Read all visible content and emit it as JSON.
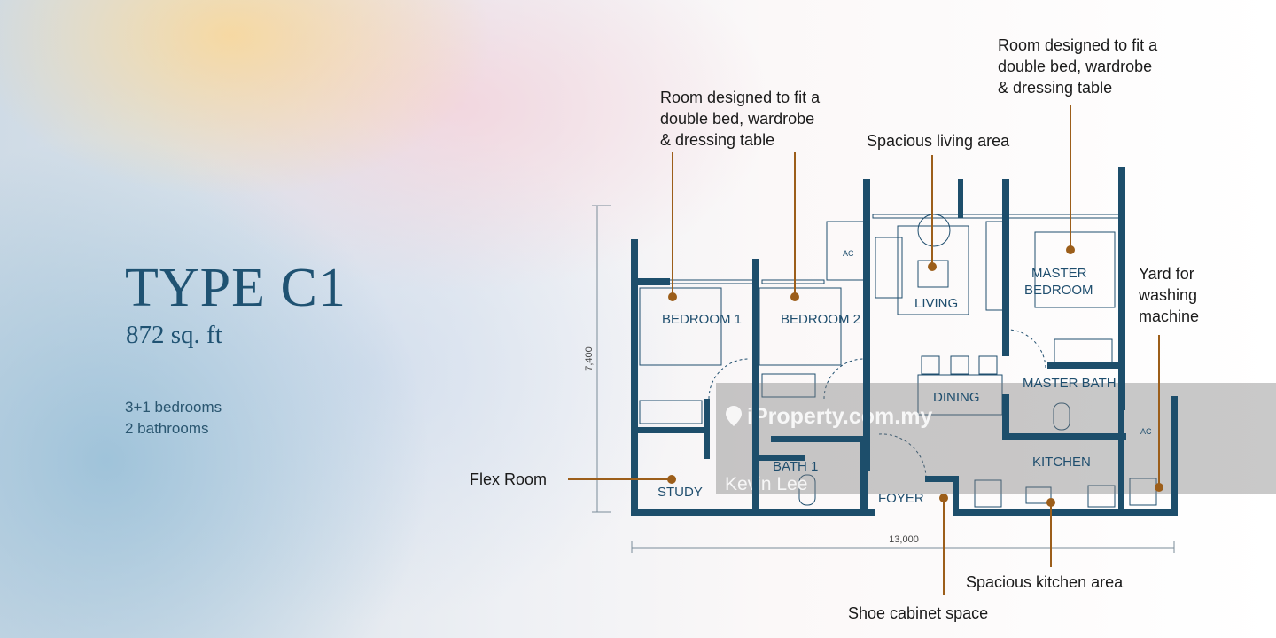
{
  "unit": {
    "type": "TYPE C1",
    "area": "872 sq. ft",
    "bedrooms": "3+1 bedrooms",
    "bathrooms": "2 bathrooms"
  },
  "rooms": {
    "bedroom1": "BEDROOM 1",
    "bedroom2": "BEDROOM 2",
    "living": "LIVING",
    "master_bedroom_1": "MASTER",
    "master_bedroom_2": "BEDROOM",
    "dining": "DINING",
    "master_bath": "MASTER BATH",
    "kitchen": "KITCHEN",
    "bath1": "BATH 1",
    "study": "STUDY",
    "foyer": "FOYER",
    "ac": "AC"
  },
  "callouts": {
    "bedrooms_note": [
      "Room designed to fit a",
      "double bed, wardrobe",
      "& dressing table"
    ],
    "master_note": [
      "Room designed to fit a",
      "double bed, wardrobe",
      "& dressing table"
    ],
    "living_note": "Spacious living area",
    "yard_note": [
      "Yard for",
      "washing",
      "machine"
    ],
    "flex_note": "Flex Room",
    "shoe_note": "Shoe cabinet space",
    "kitchen_note": "Spacious kitchen area"
  },
  "dimensions": {
    "height": "7,400",
    "width": "13,000"
  },
  "watermark": {
    "site": "iProperty.com.my",
    "agent": "Kevin Lee"
  },
  "colors": {
    "walls": "#1d4e6b",
    "callout": "#9c5e1a",
    "title": "#1f5272"
  }
}
